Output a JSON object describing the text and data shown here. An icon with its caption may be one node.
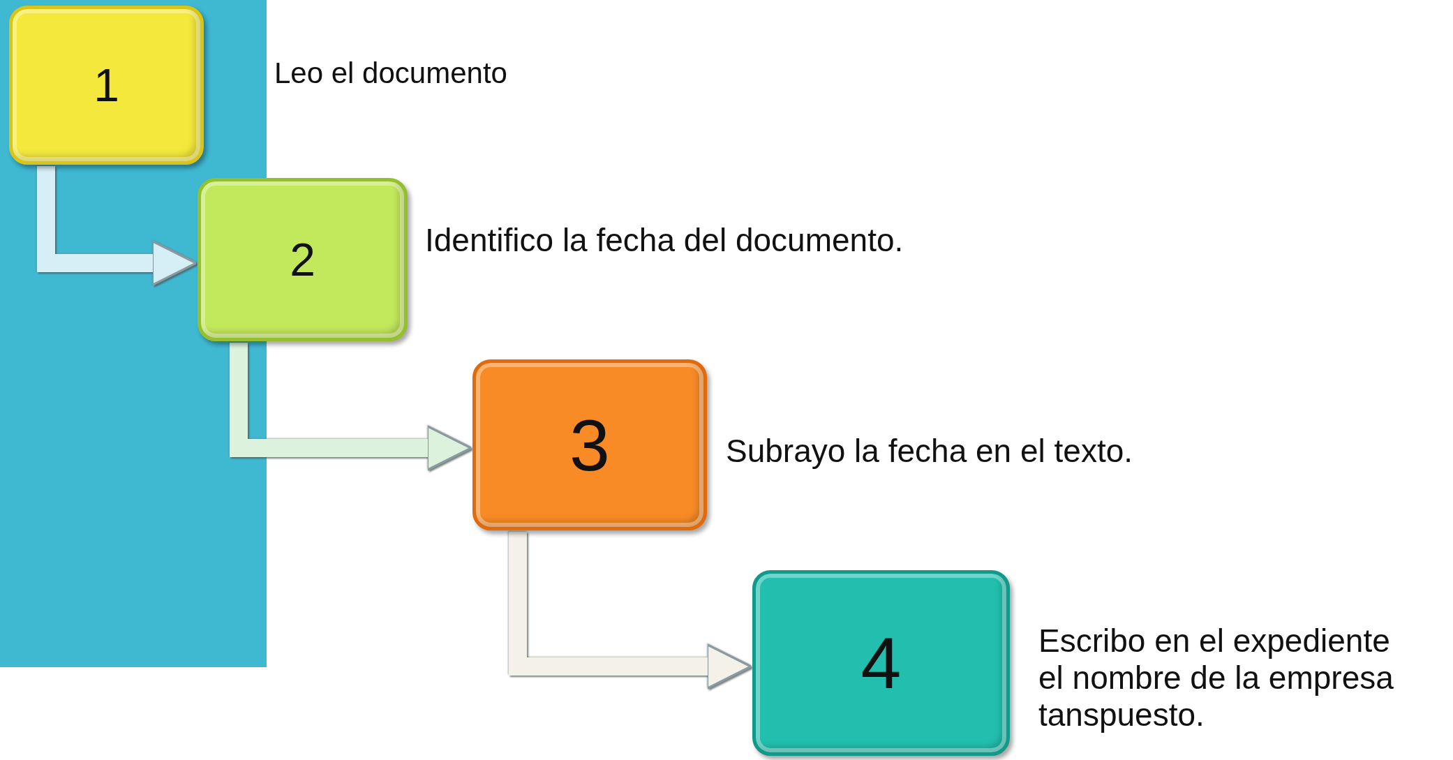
{
  "diagram": {
    "nodes": [
      {
        "text": [
          "1"
        ],
        "beside": [
          "Leo el documento"
        ]
      },
      {
        "text": [
          "2"
        ],
        "beside": [
          "Identifico la fecha del documento."
        ]
      },
      {
        "text": [
          "3"
        ],
        "beside": [
          "Subrayo la fecha en el texto."
        ]
      },
      {
        "text": [
          "4"
        ],
        "beside": [
          "Escribo en el expediente el nombre de la empresa tanspuesto."
        ]
      }
    ],
    "edges": [
      {
        "from": 0,
        "to": 1,
        "arrow": "to",
        "color": "#d6eef6"
      },
      {
        "from": 1,
        "to": 2,
        "arrow": "to",
        "color": "#dcf2dc"
      },
      {
        "from": 2,
        "to": 3,
        "arrow": "to",
        "color": "#f3f1e8"
      }
    ]
  }
}
